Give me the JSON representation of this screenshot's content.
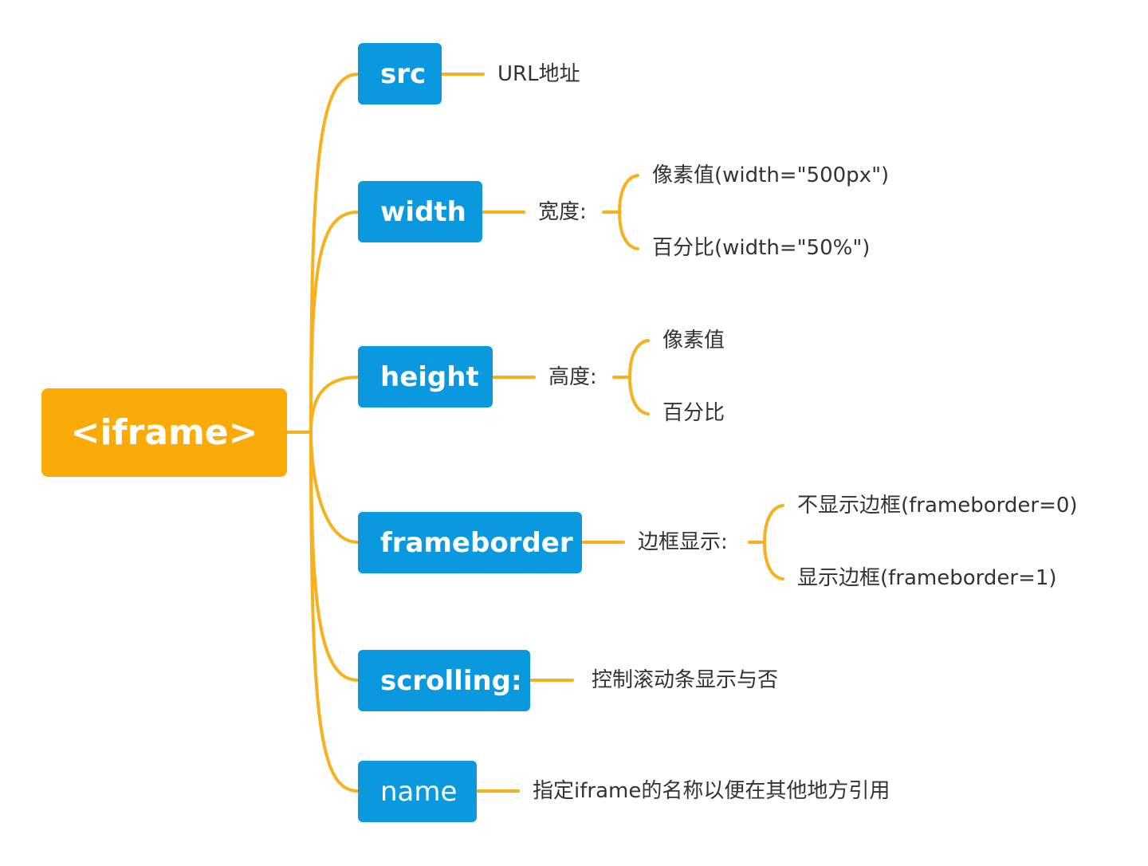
{
  "root": {
    "label": "<iframe>"
  },
  "branches": [
    {
      "attr": "src",
      "desc": "URL地址"
    },
    {
      "attr": "width",
      "desc": "宽度:",
      "children": [
        "像素值(width=\"500px\")",
        "百分比(width=\"50%\")"
      ]
    },
    {
      "attr": "height",
      "desc": "高度:",
      "children": [
        "像素值",
        "百分比"
      ]
    },
    {
      "attr": "frameborder",
      "desc": "边框显示:",
      "children": [
        "不显示边框(frameborder=0)",
        "显示边框(frameborder=1)"
      ]
    },
    {
      "attr": "scrolling:",
      "desc": "控制滚动条显示与否"
    },
    {
      "attr": "name",
      "desc": "指定iframe的名称以便在其他地方引用"
    }
  ],
  "colors": {
    "root": "#fbab07",
    "attribute": "#0a98de",
    "connector": "#f8b11c",
    "text": "#333333"
  }
}
